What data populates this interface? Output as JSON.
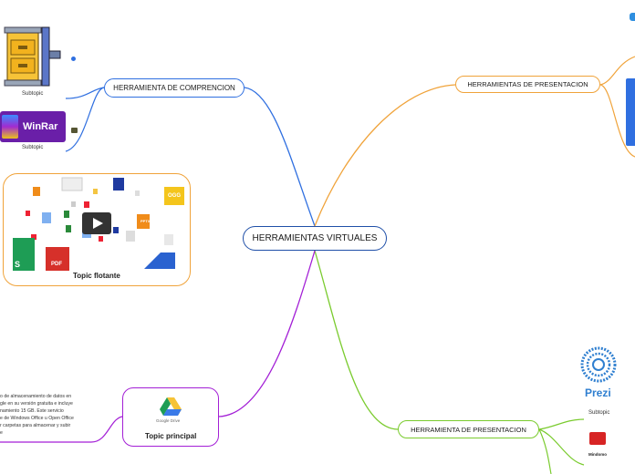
{
  "central": {
    "label": "HERRAMIENTAS VIRTUALES"
  },
  "branches": {
    "compresion": {
      "label": "HERRAMIENTA DE COMPRENCION"
    },
    "presentacion_top": {
      "label": "HERRAMIENTAS DE PRESENTACION"
    },
    "presentacion_bottom": {
      "label": "HERRAMIENTA DE PRESENTACION"
    }
  },
  "subtopics": {
    "winzip": {
      "label": "Subtopic"
    },
    "winrar": {
      "label": "Subtopic",
      "logo_text": "WinRar"
    },
    "prezi": {
      "label": "Subtopic",
      "logo_text": "Prezi"
    },
    "mindomo": {
      "logo_text": "Mindomo"
    }
  },
  "floating": {
    "label": "Topic flotante",
    "file_badges": [
      "PDF",
      "OGG",
      "PPTX",
      "S"
    ]
  },
  "main_topic": {
    "label": "Topic principal",
    "logo_caption": "Google Drive"
  },
  "description_lines": [
    "o de almacenamiento de datos en",
    "gle en su versión gratuita e incluye",
    "namiento 15 GB. Este servicio",
    "e de Windows Office u Open Office",
    "r carpetas para almacenar y subir",
    "e"
  ],
  "colors": {
    "blue": "#2f6fe0",
    "orange": "#f0a33a",
    "green": "#7acb2e",
    "purple": "#a31fd6",
    "central_border": "#1f4fa8"
  }
}
